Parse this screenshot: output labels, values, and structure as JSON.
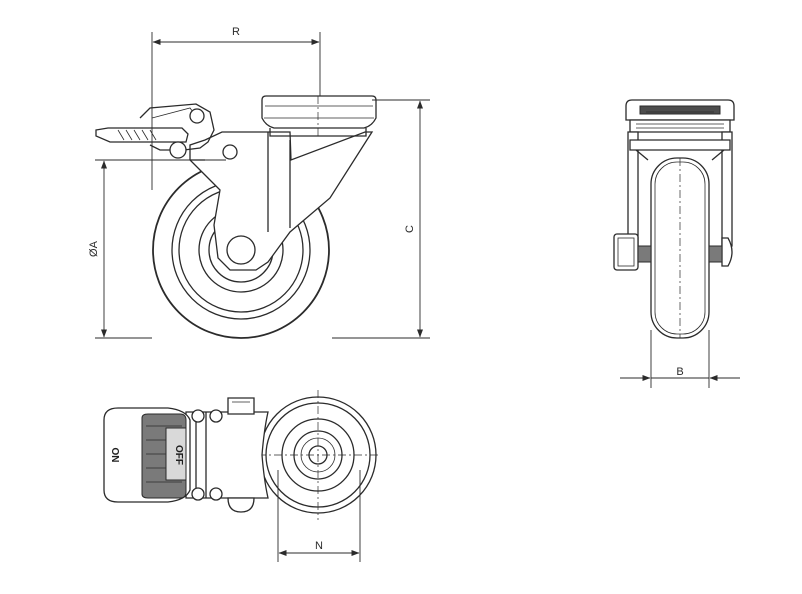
{
  "dimensions": {
    "R": "R",
    "C": "C",
    "A": "ØA",
    "B": "B",
    "N": "N"
  },
  "brake": {
    "on_label": "ON",
    "off_label": "OFF"
  }
}
